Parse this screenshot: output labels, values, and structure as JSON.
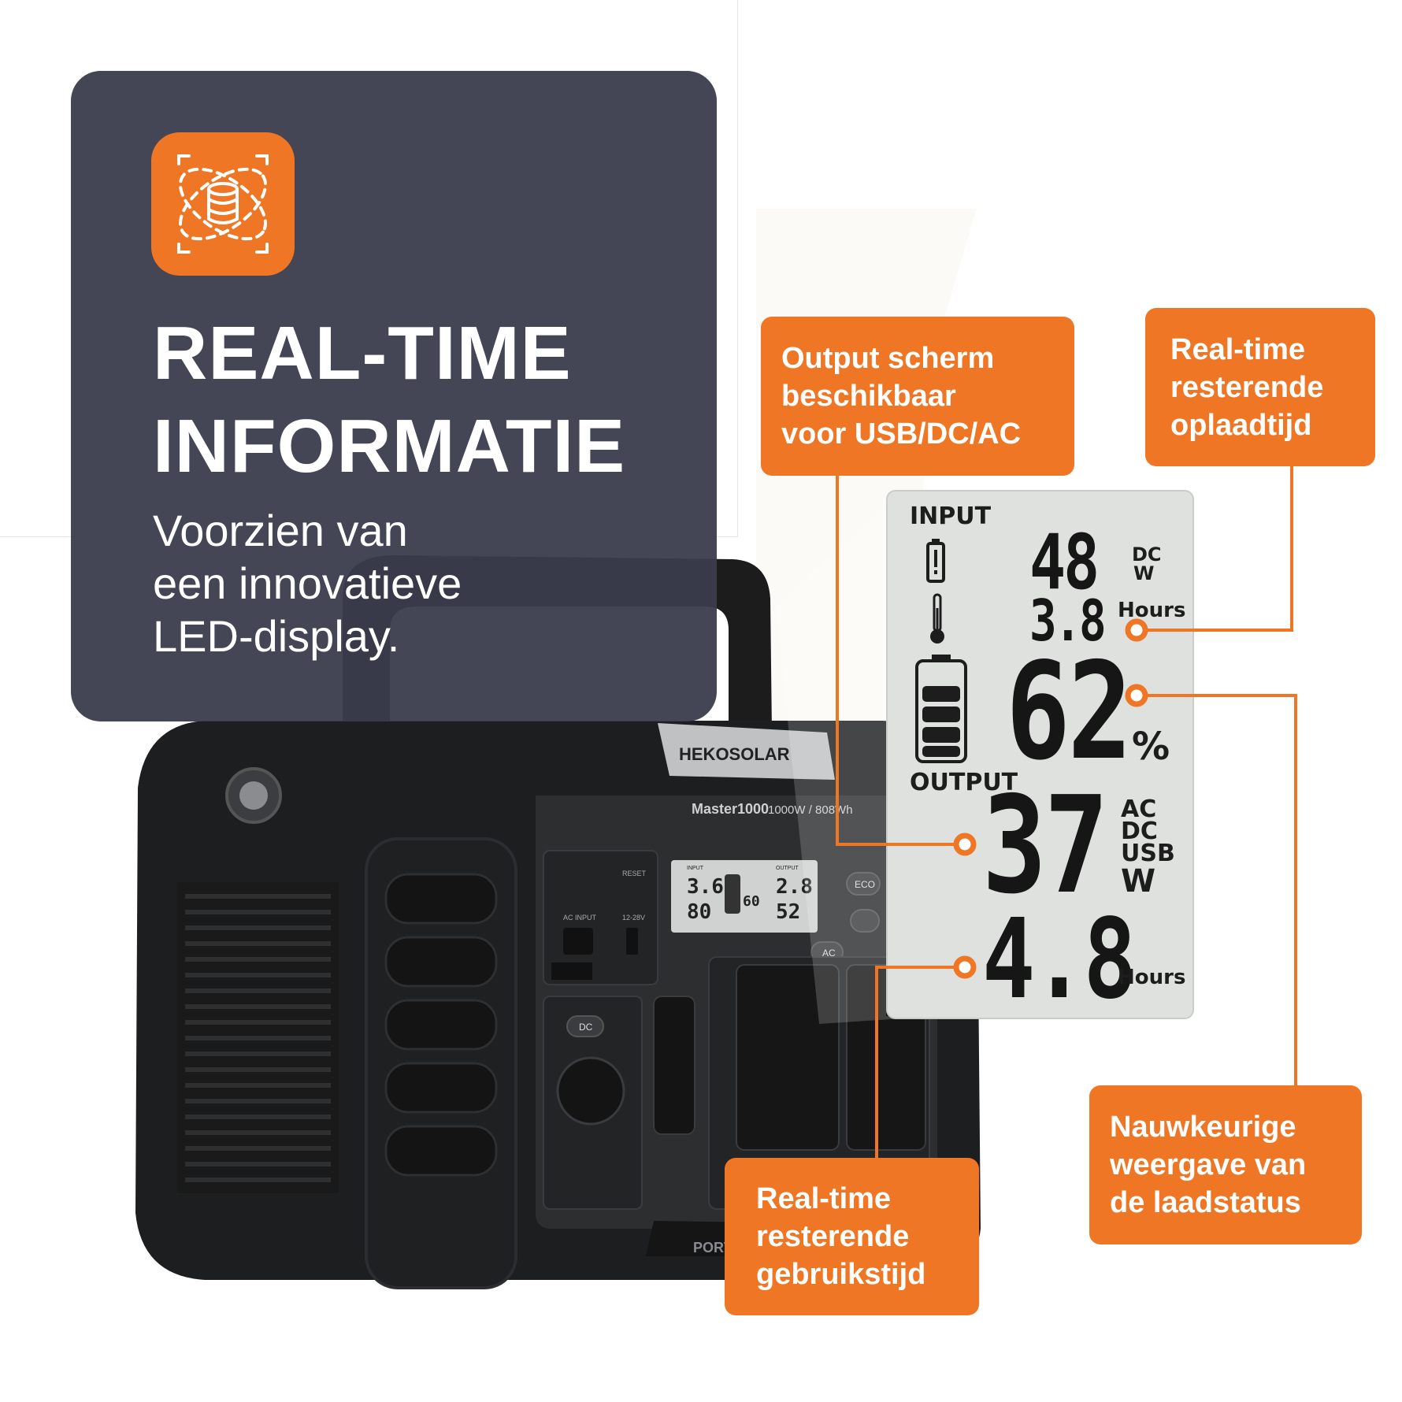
{
  "colors": {
    "accent": "#ee7624",
    "card": "#3a3b4c",
    "lcd": "#dfe1df"
  },
  "headline": {
    "icon": "data-sync-icon",
    "title_line1": "REAL-TIME",
    "title_line2": "INFORMATIE",
    "subtitle_line1": "Voorzien van",
    "subtitle_line2": "een innovatieve",
    "subtitle_line3": "LED-display."
  },
  "callouts": {
    "output_screen": "Output scherm\nbeschikbaar\nvoor USB/DC/AC",
    "charge_time": "Real-time\nresterende\noplaadtijd",
    "charge_status": "Nauwkeurige\nweergave van\nde laadstatus",
    "use_time": "Real-time\nresterende\ngebruikstijd"
  },
  "lcd": {
    "input_label": "INPUT",
    "input_watts": "48",
    "input_unit_1": "DC",
    "input_unit_2": "W",
    "input_hours": "3.8",
    "input_hours_unit": "Hours",
    "battery_percent": "62",
    "percent_sign": "%",
    "output_label": "OUTPUT",
    "output_watts": "37",
    "output_unit_ac": "AC",
    "output_unit_dc": "DC",
    "output_unit_usb": "USB",
    "output_unit_w": "W",
    "output_hours": "4.8",
    "output_hours_unit": "Hours"
  },
  "product": {
    "brand": "HEKOSOLAR",
    "model": "Master1000",
    "rating": "1000W / 808Wh",
    "port_ac_input": "AC INPUT",
    "port_reset": "RESET",
    "port_dc_range": "12-28V",
    "btn_eco": "ECO",
    "btn_ac": "AC",
    "btn_dc": "DC",
    "small_lcd_in": "3.6",
    "small_lcd_in2": "80",
    "small_lcd_pct": "60",
    "small_lcd_out": "2.8",
    "small_lcd_out2": "52",
    "small_lcd_input": "INPUT",
    "small_lcd_output": "OUTPUT",
    "base_text": "PORTA"
  }
}
